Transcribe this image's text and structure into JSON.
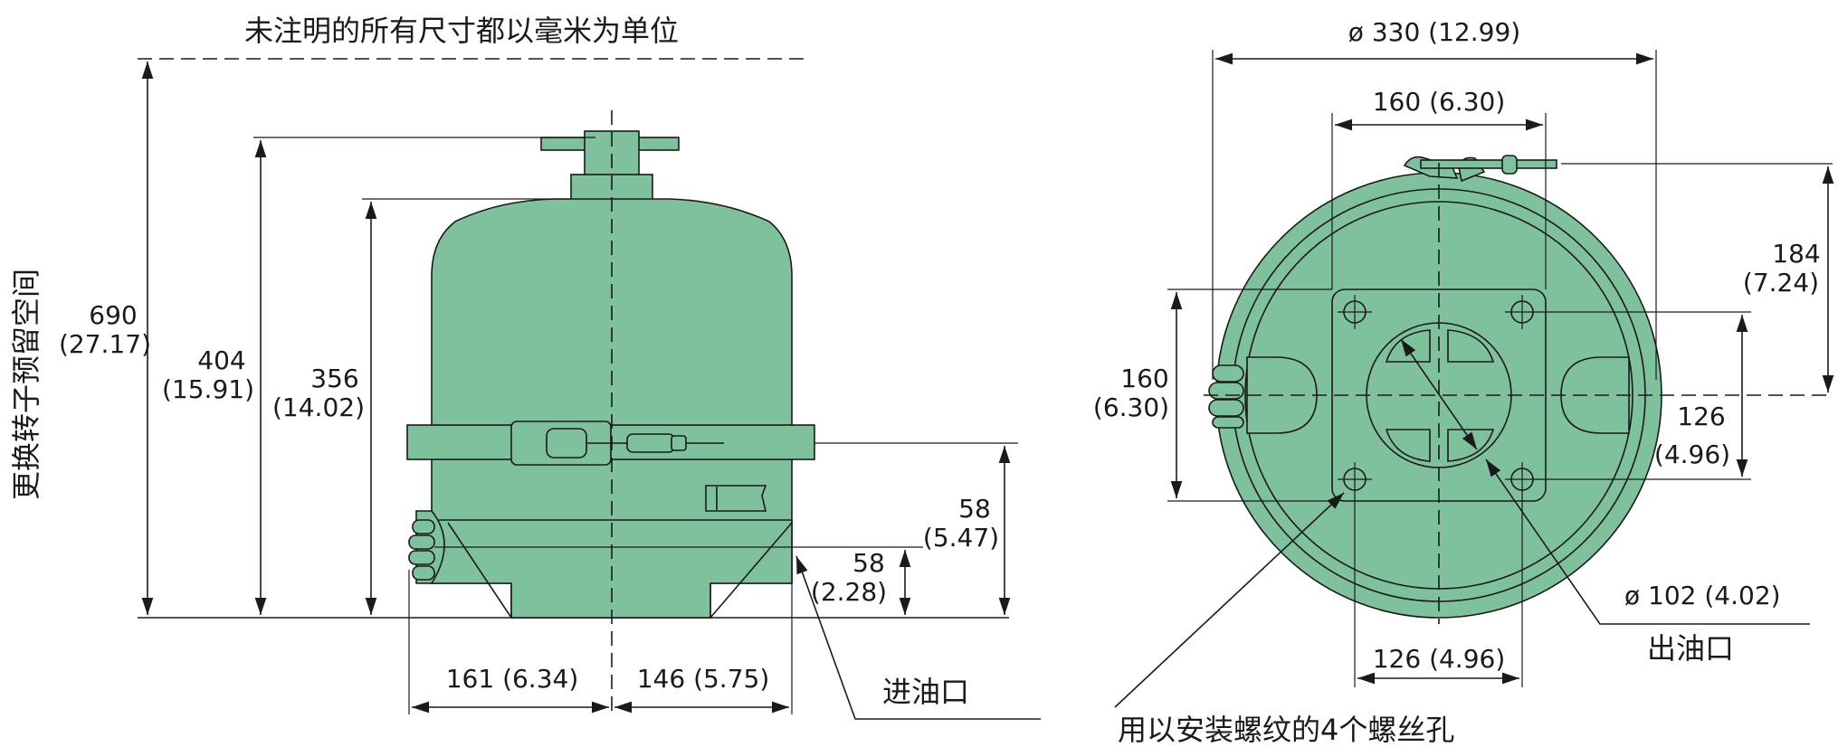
{
  "colors": {
    "body_fill": "#7fc19c",
    "line": "#1a1a1a",
    "background": "#ffffff"
  },
  "side_view": {
    "note": "未注明的所有尺寸都以毫米为单位",
    "service_space": "更换转子预留空间",
    "height_690_mm": "690",
    "height_690_in": "(27.17)",
    "height_404_mm": "404",
    "height_404_in": "(15.91)",
    "height_356_mm": "356",
    "height_356_in": "(14.02)",
    "height_58a_mm": "58",
    "height_58a_in": "(5.47)",
    "height_58b_mm": "58",
    "height_58b_in": "(2.28)",
    "width_left": "161 (6.34)",
    "width_right": "146 (5.75)",
    "inlet": "进油口"
  },
  "top_view": {
    "diameter_outer": "ø 330 (12.99)",
    "width_160": "160 (6.30)",
    "height_160_mm": "160",
    "height_160_in": "(6.30)",
    "height_184_mm": "184",
    "height_184_in": "(7.24)",
    "height_126_mm": "126",
    "height_126_in": "(4.96)",
    "width_126": "126 (4.96)",
    "diameter_outlet": "ø 102 (4.02)",
    "outlet": "出油口",
    "mount_holes": "用以安装螺纹的4个螺丝孔"
  }
}
